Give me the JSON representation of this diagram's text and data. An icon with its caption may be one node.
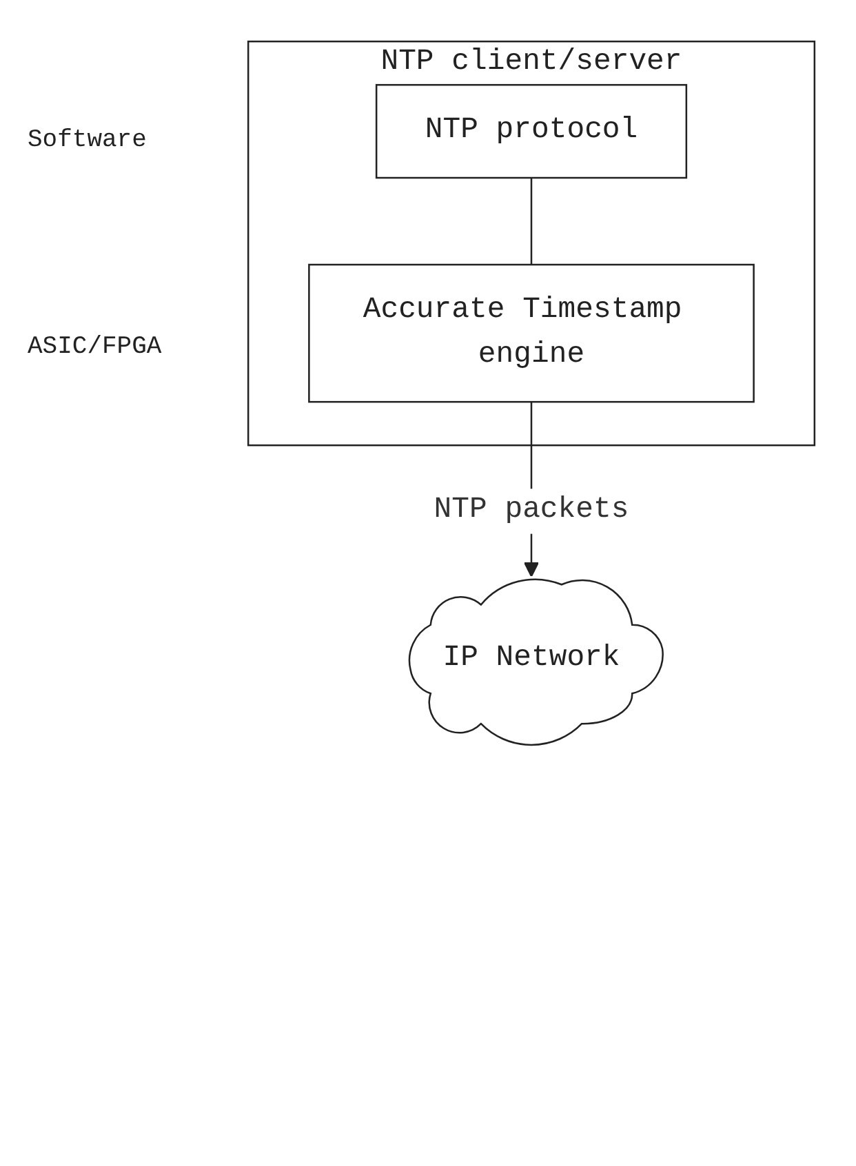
{
  "diagram": {
    "nodes": [
      {
        "text": [
          "NTP client/server"
        ]
      },
      {
        "text": [
          "NTP protocol"
        ],
        "in": 0
      },
      {
        "text": [
          "Accurate Timestamp engine"
        ],
        "in": 0
      },
      {
        "text": [
          "IP Network"
        ]
      }
    ],
    "edges": [
      {
        "from": 1,
        "to": 2,
        "arrow": "none"
      },
      {
        "from": 2,
        "to": 3,
        "arrow": "to",
        "label": "NTP packets"
      }
    ],
    "labels": [
      "Software",
      "ASIC/FPGA"
    ]
  }
}
